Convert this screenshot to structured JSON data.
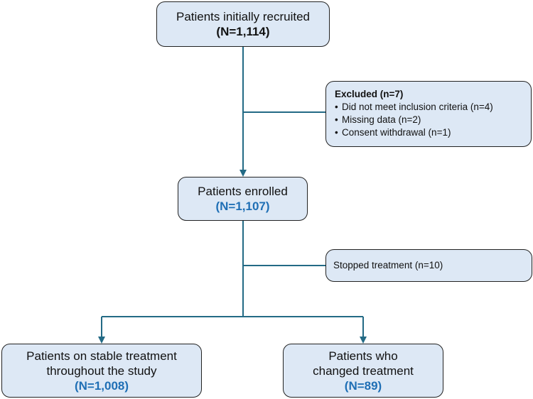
{
  "recruited": {
    "title": "Patients initially recruited",
    "count": "(N=1,114)"
  },
  "excluded": {
    "title": "Excluded (n=7)",
    "reasons": [
      "Did not meet inclusion criteria (n=4)",
      "Missing data (n=2)",
      "Consent withdrawal (n=1)"
    ]
  },
  "enrolled": {
    "title": "Patients enrolled",
    "count": "(N=1,107)"
  },
  "stopped": {
    "title": "Stopped treatment (n=10)"
  },
  "stable": {
    "line1": "Patients on stable treatment",
    "line2": "throughout the study",
    "count": "(N=1,008)"
  },
  "changed": {
    "line1": "Patients who",
    "line2": "changed treatment",
    "count": "(N=89)"
  },
  "colors": {
    "box_fill": "#dde8f5",
    "box_border": "#222222",
    "connector": "#236a85",
    "count_highlight": "#1f6fb5"
  }
}
